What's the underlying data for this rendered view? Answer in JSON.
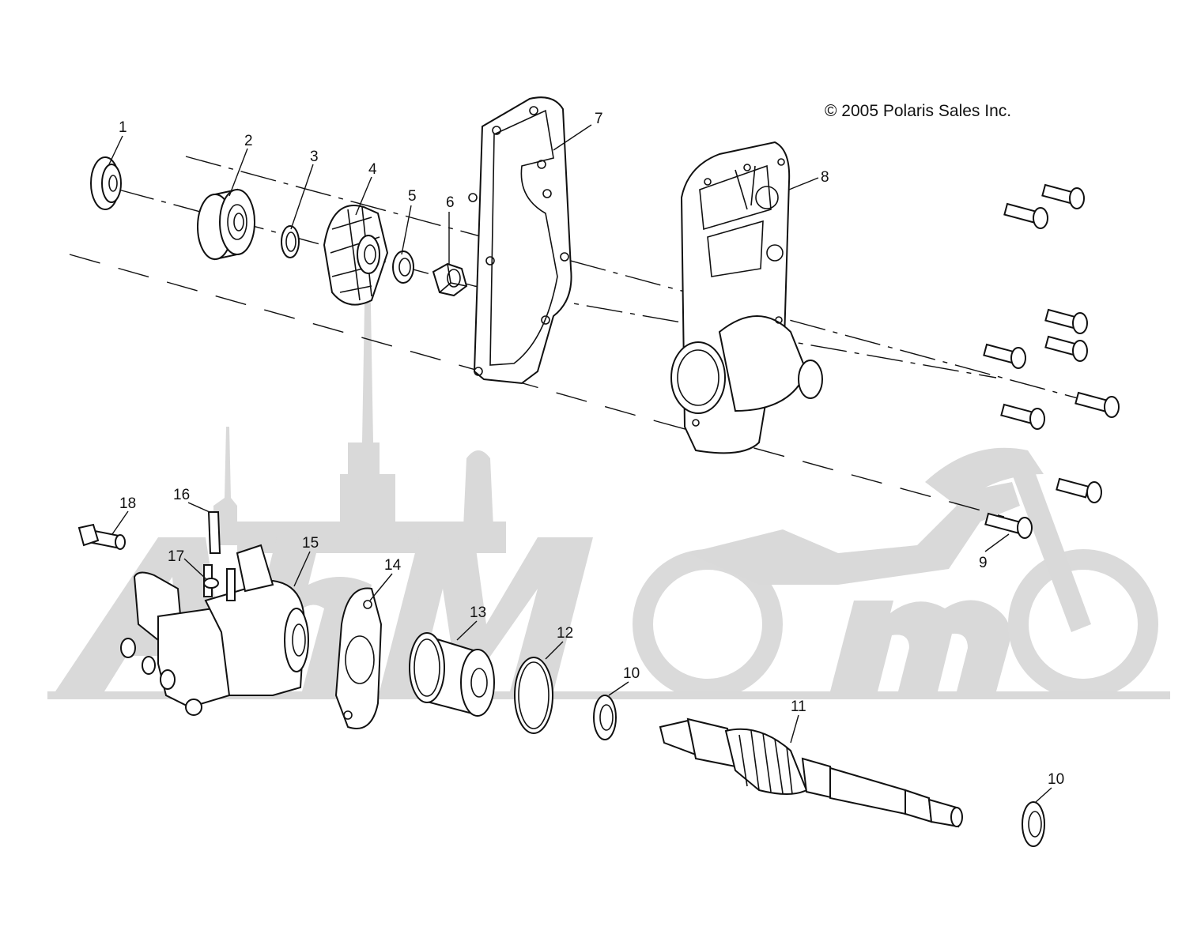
{
  "copyright": "© 2005 Polaris Sales Inc.",
  "part_labels": {
    "p1": "1",
    "p2": "2",
    "p3": "3",
    "p4": "4",
    "p5": "5",
    "p6": "6",
    "p7": "7",
    "p8": "8",
    "p9": "9",
    "p10a": "10",
    "p10b": "10",
    "p11": "11",
    "p12": "12",
    "p13": "13",
    "p14": "14",
    "p15": "15",
    "p16": "16",
    "p17": "17",
    "p18": "18"
  },
  "colors": {
    "line": "#111111",
    "watermark": "#d9d9d9",
    "background": "#ffffff"
  }
}
